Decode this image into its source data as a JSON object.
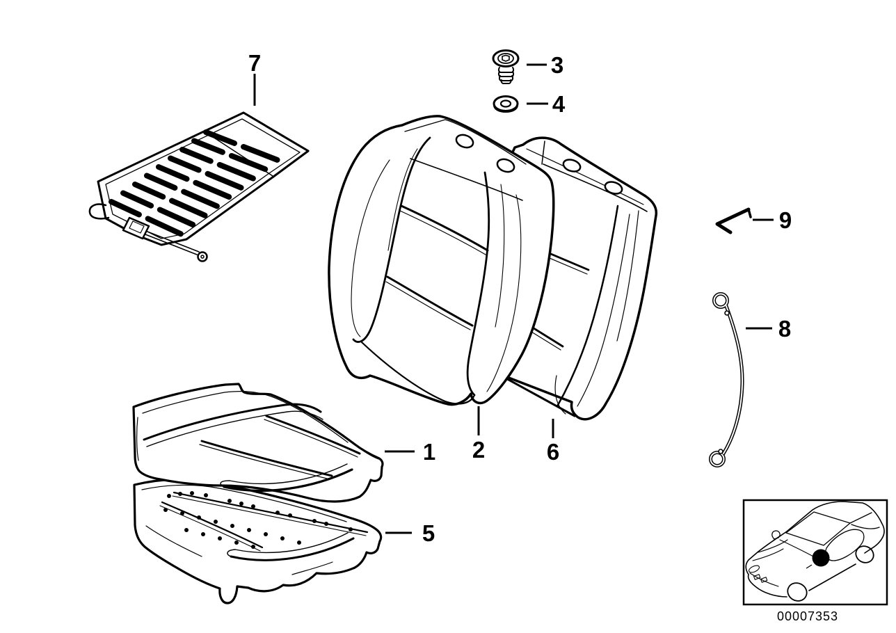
{
  "diagram": {
    "callouts": [
      {
        "label": "1"
      },
      {
        "label": "2"
      },
      {
        "label": "3"
      },
      {
        "label": "4"
      },
      {
        "label": "5"
      },
      {
        "label": "6"
      },
      {
        "label": "7"
      },
      {
        "label": "8"
      },
      {
        "label": "9"
      }
    ],
    "part_number": "00007353",
    "colors": {
      "line": "#000000",
      "background": "#ffffff"
    }
  }
}
